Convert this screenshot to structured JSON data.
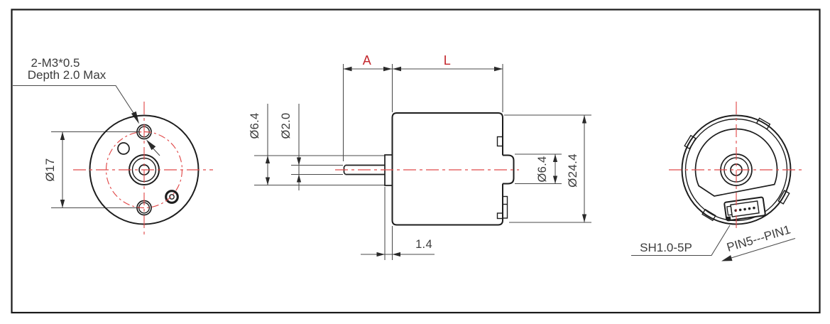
{
  "front_view": {
    "thread_line1": "2-M3*0.5",
    "thread_line2": "Depth 2.0 Max",
    "bolt_circle_diameter": "Ø17"
  },
  "side_view": {
    "dim_a_label": "A",
    "dim_l_label": "L",
    "shaft_boss_diameter": "Ø6.4",
    "shaft_diameter": "Ø2.0",
    "rear_boss_diameter": "Ø6.4",
    "body_diameter": "Ø24.4",
    "flange_thickness": "1.4"
  },
  "rear_view": {
    "connector_type": "SH1.0-5P",
    "pin_order": "PIN5---PIN1"
  },
  "colors": {
    "centerline_red": "#e14b4b",
    "dimension_label_red": "#c3262c",
    "outline_dark": "#1d1d1d",
    "dimension_gray": "#4a4a4a"
  }
}
